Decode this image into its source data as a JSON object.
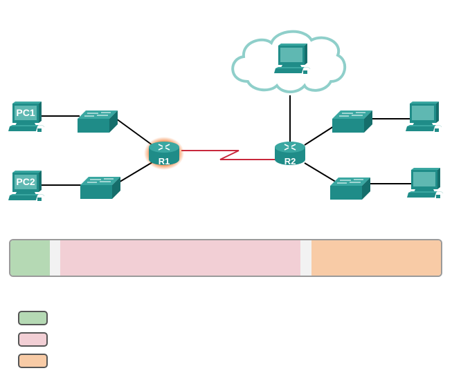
{
  "diagram": {
    "devices": {
      "pc1": {
        "label": "PC1"
      },
      "pc2": {
        "label": "PC2"
      },
      "r1": {
        "label": "R1",
        "highlighted": true
      },
      "r2": {
        "label": "R2"
      },
      "cloud_pc": {
        "label": ""
      },
      "pc_right_top": {
        "label": ""
      },
      "pc_right_bottom": {
        "label": ""
      }
    },
    "links": [
      {
        "from": "pc1",
        "to": "switch1",
        "type": "ethernet"
      },
      {
        "from": "pc2",
        "to": "switch2",
        "type": "ethernet"
      },
      {
        "from": "switch1",
        "to": "r1",
        "type": "ethernet"
      },
      {
        "from": "switch2",
        "to": "r1",
        "type": "ethernet"
      },
      {
        "from": "r1",
        "to": "r2",
        "type": "serial"
      },
      {
        "from": "r2",
        "to": "cloud",
        "type": "ethernet"
      },
      {
        "from": "r2",
        "to": "switch3",
        "type": "ethernet"
      },
      {
        "from": "r2",
        "to": "switch4",
        "type": "ethernet"
      },
      {
        "from": "switch3",
        "to": "pc_right_top",
        "type": "ethernet"
      },
      {
        "from": "switch4",
        "to": "pc_right_bottom",
        "type": "ethernet"
      }
    ],
    "colors": {
      "device": "#1f8c88",
      "device_light": "#5fb8b2",
      "serial_link": "#c8283c",
      "ethernet_link": "#000000",
      "highlight": "#f07020",
      "cloud_stroke": "#8fcfca"
    }
  },
  "frame_bar": {
    "segments": [
      {
        "name": "green-segment",
        "color": "#b5d9b4",
        "start_pct": 0.0,
        "end_pct": 9.1
      },
      {
        "name": "gap-1",
        "color": "#f2f2f2",
        "start_pct": 9.1,
        "end_pct": 11.6
      },
      {
        "name": "pink-segment",
        "color": "#f2cfd5",
        "start_pct": 11.6,
        "end_pct": 67.4
      },
      {
        "name": "gap-2",
        "color": "#f2f2f2",
        "start_pct": 67.4,
        "end_pct": 69.9
      },
      {
        "name": "peach-segment",
        "color": "#f8cba6",
        "start_pct": 69.9,
        "end_pct": 100.0
      }
    ]
  },
  "legend": {
    "items": [
      {
        "color": "#b5d9b4",
        "label": ""
      },
      {
        "color": "#f2cfd5",
        "label": ""
      },
      {
        "color": "#f8cba6",
        "label": ""
      }
    ]
  }
}
